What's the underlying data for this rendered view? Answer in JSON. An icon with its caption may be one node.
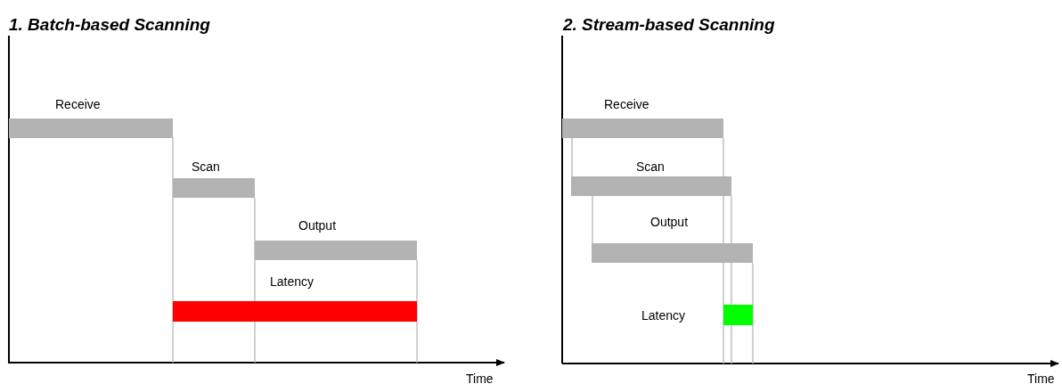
{
  "diagram": {
    "nodes": [
      {
        "text": [
          "Receive"
        ]
      },
      {
        "text": [
          "Scan"
        ]
      },
      {
        "text": [
          "Output"
        ]
      },
      {
        "text": [
          "Latency"
        ]
      },
      {
        "text": [
          "Receive"
        ]
      },
      {
        "text": [
          "Scan"
        ]
      },
      {
        "text": [
          "Output"
        ]
      },
      {
        "text": [
          "Latency"
        ]
      }
    ],
    "edges": [
      {
        "from": 4,
        "to": 5,
        "arrow": "none"
      },
      {
        "from": 5,
        "to": 6,
        "arrow": "none"
      }
    ],
    "labels": [
      "1. Batch-based Scanning",
      "Time",
      "2. Stream-based Scanning",
      "Time"
    ]
  }
}
